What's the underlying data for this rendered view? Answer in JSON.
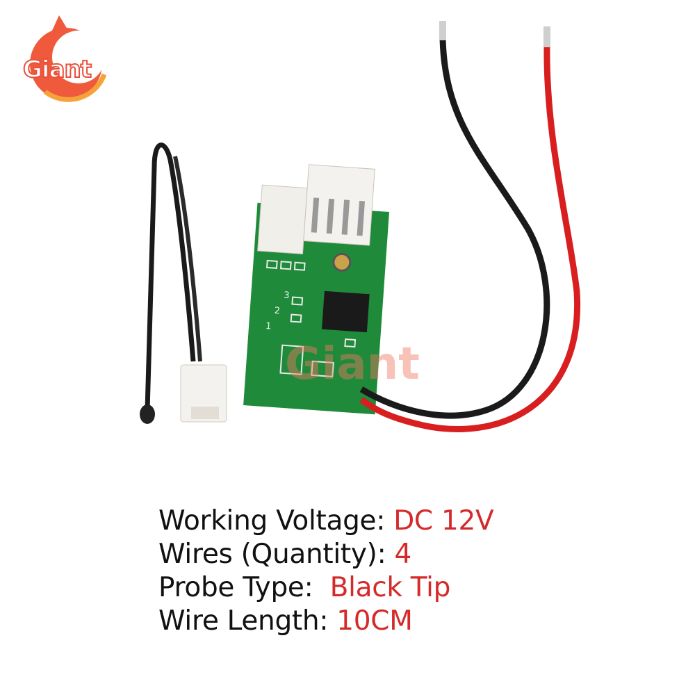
{
  "brand": {
    "logo_text": "Giant",
    "watermark_text": "Giant"
  },
  "specs": [
    {
      "label": "Working Voltage: ",
      "value": "DC 12V"
    },
    {
      "label": "Wires (Quantity): ",
      "value": "4"
    },
    {
      "label": "Probe Type:  ",
      "value": "Black Tip"
    },
    {
      "label": "Wire Length: ",
      "value": "10CM"
    }
  ],
  "board_labels": {
    "pin1": "1",
    "pin2": "2",
    "pin3": "3"
  },
  "colors": {
    "accent": "#d42a2a",
    "pcb": "#1f8a3a",
    "logo": "#ef5a3c"
  }
}
